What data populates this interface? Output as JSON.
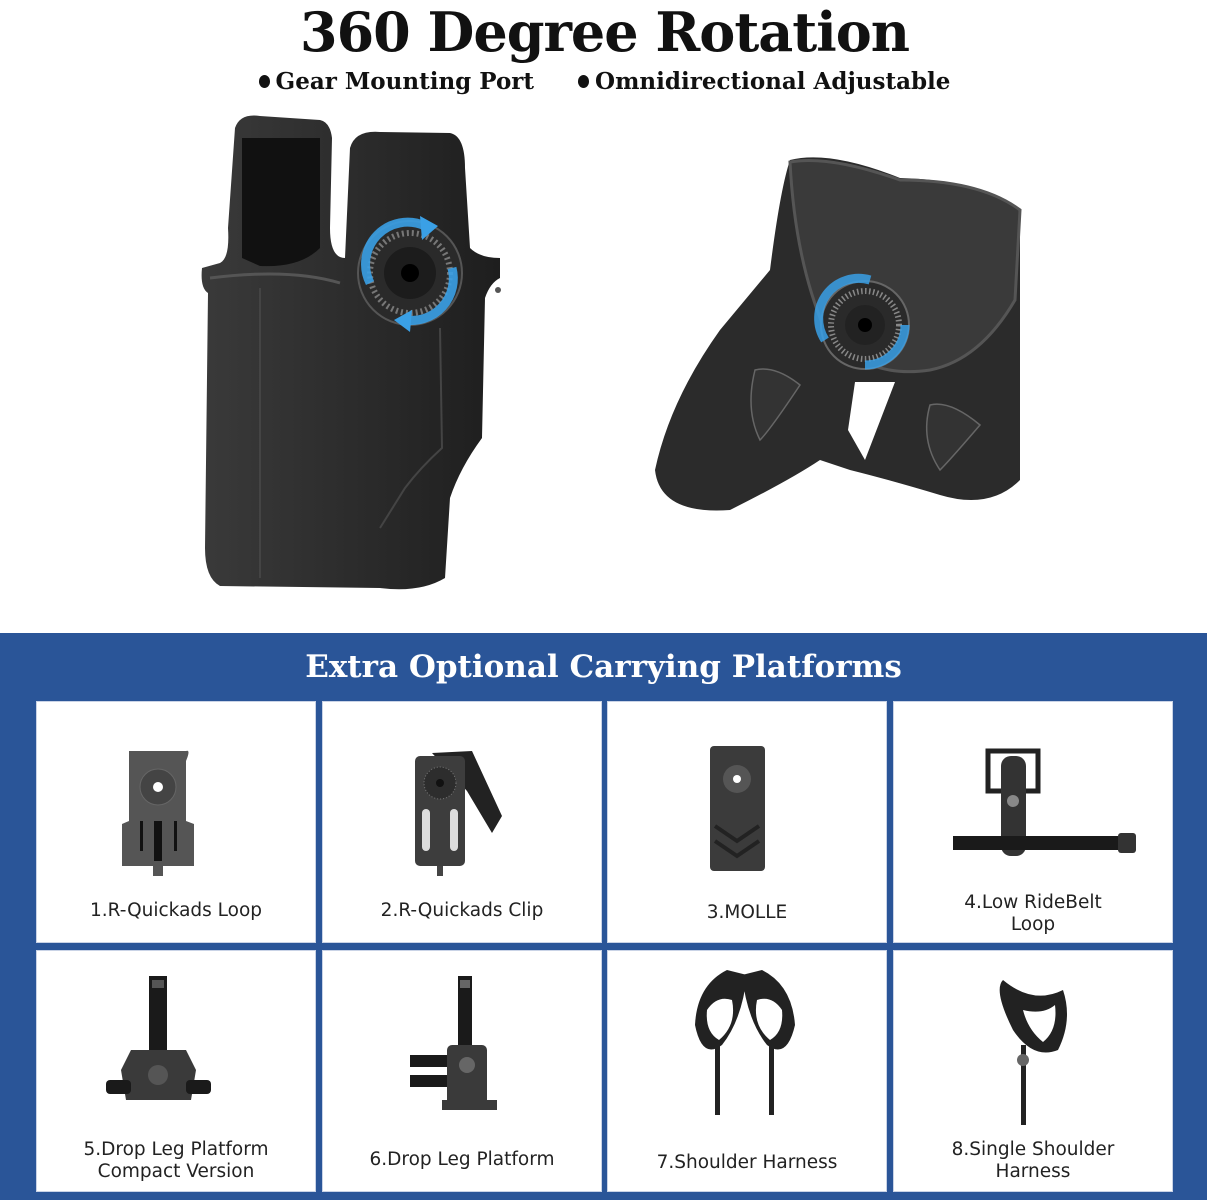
{
  "header": {
    "title": "360 Degree Rotation",
    "bullets": [
      "Gear Mounting Port",
      "Omnidirectional Adjustable"
    ]
  },
  "hero_images": [
    {
      "name": "holster-with-rotating-gear"
    },
    {
      "name": "paddle-attachment-with-rotating-gear"
    }
  ],
  "colors": {
    "panel_blue": "#2a5598",
    "rotation_arrow": "#3aa0e6",
    "product_black": "#2b2b2b"
  },
  "platforms": {
    "title": "Extra Optional Carrying Platforms",
    "items": [
      {
        "number": "1",
        "label_lines": [
          "1.R-Quickads Loop"
        ]
      },
      {
        "number": "2",
        "label_lines": [
          "2.R-Quickads Clip"
        ]
      },
      {
        "number": "3",
        "label_lines": [
          "3.MOLLE"
        ]
      },
      {
        "number": "4",
        "label_lines": [
          "4.Low RideBelt",
          "Loop"
        ]
      },
      {
        "number": "5",
        "label_lines": [
          "5.Drop Leg Platform",
          "Compact Version"
        ]
      },
      {
        "number": "6",
        "label_lines": [
          "6.Drop Leg Platform"
        ]
      },
      {
        "number": "7",
        "label_lines": [
          "7.Shoulder Harness"
        ]
      },
      {
        "number": "8",
        "label_lines": [
          "8.Single Shoulder",
          "Harness"
        ]
      }
    ]
  }
}
